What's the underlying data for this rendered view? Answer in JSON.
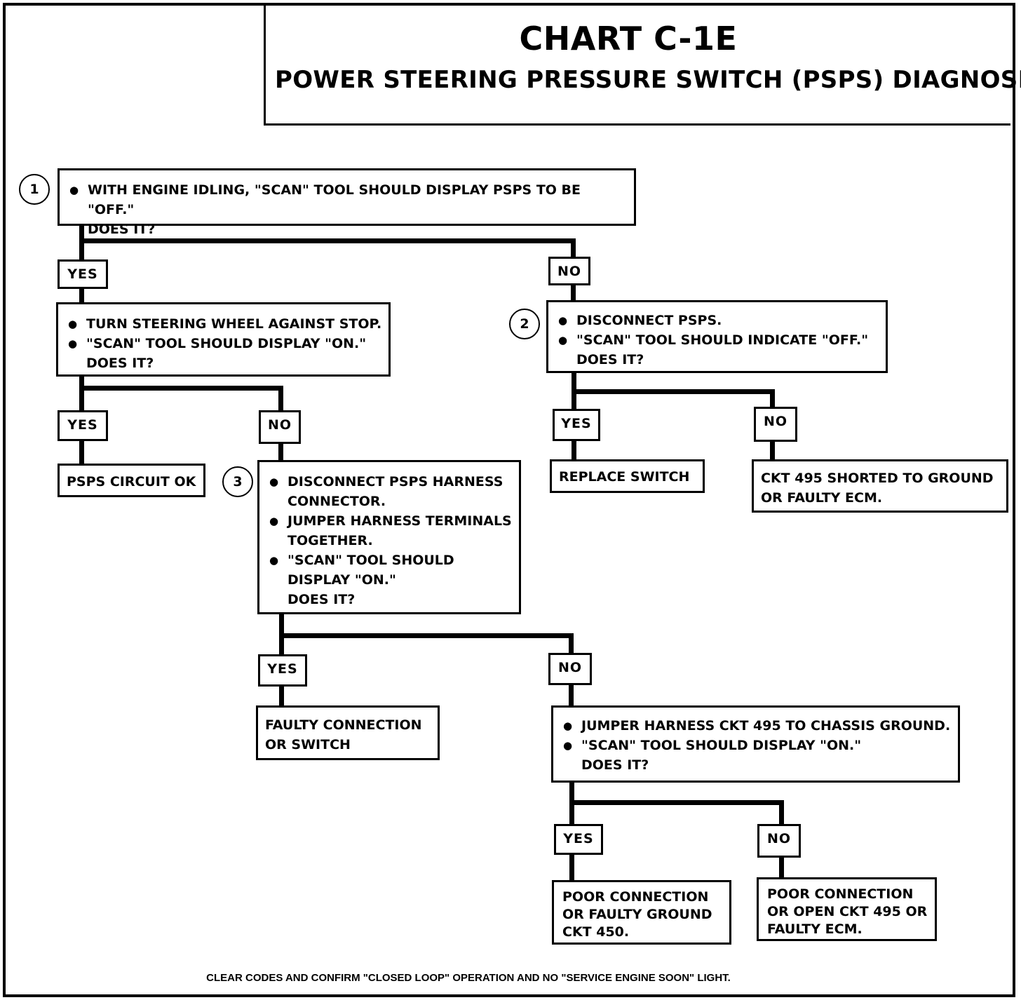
{
  "header": {
    "title": "CHART C-1E",
    "subtitle": "POWER STEERING PRESSURE SWITCH (PSPS) DIAGNOSIS"
  },
  "steps": {
    "step1": {
      "number": "1",
      "bullets": [
        "WITH ENGINE IDLING, \"SCAN\" TOOL SHOULD DISPLAY PSPS TO BE \"OFF.\""
      ],
      "question": "DOES IT?"
    },
    "step1_yes": {
      "bullets": [
        "TURN STEERING WHEEL AGAINST STOP.",
        "\"SCAN\" TOOL SHOULD DISPLAY \"ON.\""
      ],
      "question": "DOES IT?"
    },
    "step2": {
      "number": "2",
      "bullets": [
        "DISCONNECT PSPS.",
        "\"SCAN\" TOOL SHOULD INDICATE \"OFF.\""
      ],
      "question": "DOES IT?"
    },
    "step3": {
      "number": "3",
      "bullets": [
        "DISCONNECT PSPS  HARNESS CONNECTOR.",
        "JUMPER HARNESS TERMINALS TOGETHER.",
        "\"SCAN\" TOOL SHOULD DISPLAY \"ON.\""
      ],
      "question": "DOES IT?"
    },
    "step4": {
      "bullets": [
        "JUMPER HARNESS CKT 495 TO CHASSIS GROUND.",
        "\"SCAN\" TOOL SHOULD DISPLAY \"ON.\""
      ],
      "question": "DOES IT?"
    }
  },
  "outcomes": {
    "psps_ok": "PSPS CIRCUIT OK",
    "replace_switch": "REPLACE SWITCH",
    "ckt495_short": "CKT 495  SHORTED TO GROUND OR FAULTY ECM.",
    "faulty_connection": "FAULTY CONNECTION OR  SWITCH",
    "poor_ground": "POOR CONNECTION OR FAULTY GROUND CKT  450.",
    "poor_open": "POOR CONNECTION OR OPEN CKT 495 OR FAULTY ECM."
  },
  "labels": {
    "yes": "YES",
    "no": "NO"
  },
  "footer": "CLEAR CODES AND CONFIRM \"CLOSED LOOP\" OPERATION  AND NO \"SERVICE ENGINE SOON\" LIGHT."
}
